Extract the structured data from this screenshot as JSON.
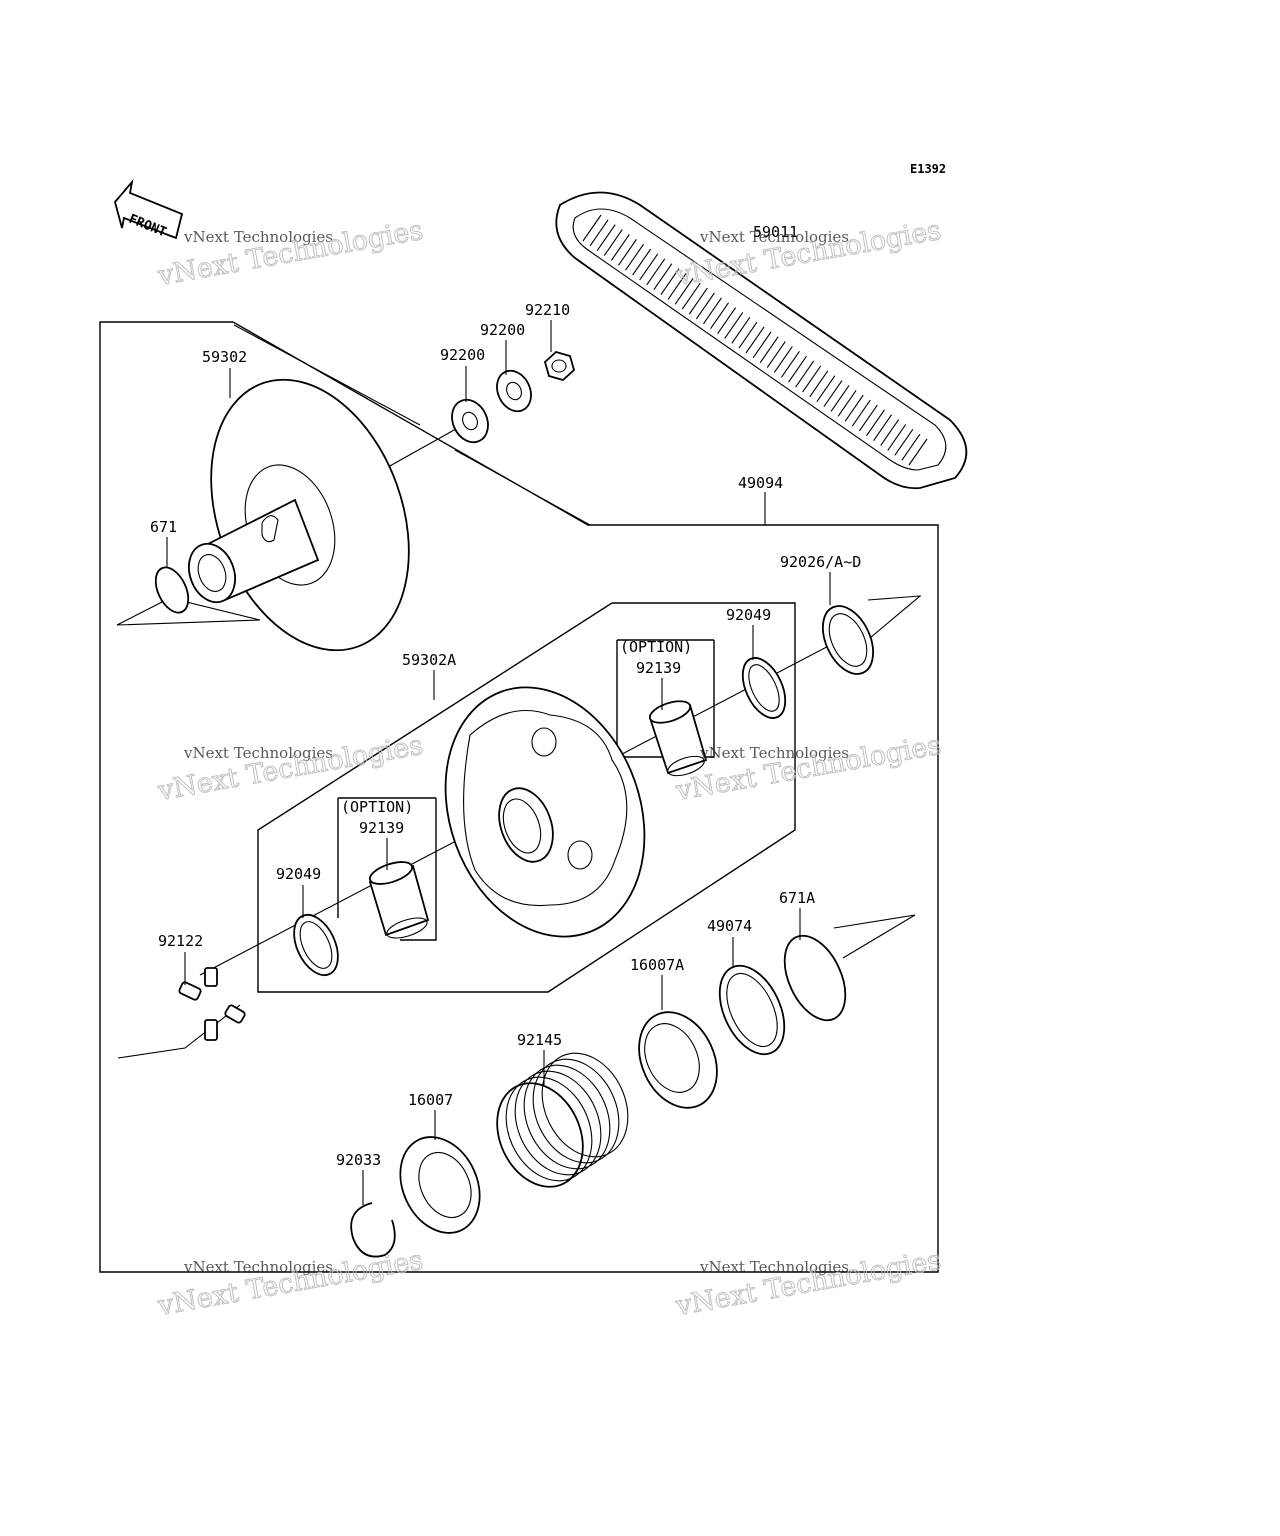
{
  "diagram_code": "E1392",
  "front_label": "FRONT",
  "option_label": "(OPTION)",
  "watermark": {
    "line1": "vNext Technologies",
    "line2": "vNext Technologies"
  },
  "parts": {
    "p59011": "59011",
    "p92210": "92210",
    "p92200a": "92200",
    "p92200b": "92200",
    "p59302": "59302",
    "p49094": "49094",
    "p671": "671",
    "p92026": "92026/A~D",
    "p92049a": "92049",
    "p92139a": "92139",
    "p59302A": "59302A",
    "p92139b": "92139",
    "p92049b": "92049",
    "p92122": "92122",
    "p671A": "671A",
    "p49074": "49074",
    "p16007A": "16007A",
    "p92145": "92145",
    "p16007": "16007",
    "p92033": "92033"
  }
}
